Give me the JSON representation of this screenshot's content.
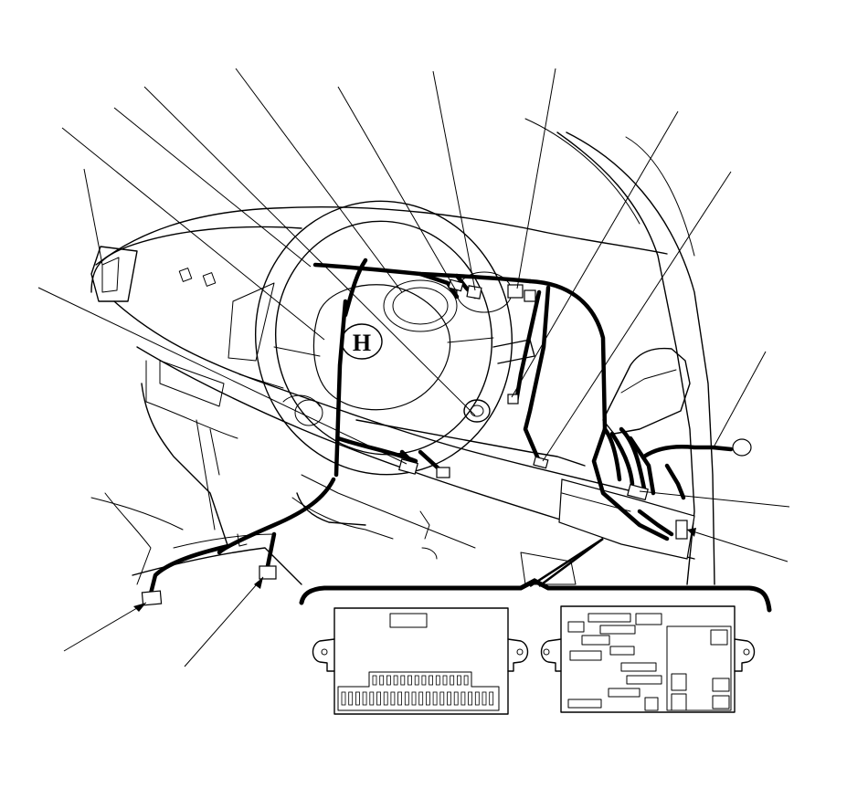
{
  "figure": {
    "emblem_text": "H"
  },
  "callouts": [
    {
      "id": "callout-1"
    },
    {
      "id": "callout-2"
    },
    {
      "id": "callout-3"
    },
    {
      "id": "callout-4"
    },
    {
      "id": "callout-5"
    },
    {
      "id": "callout-6"
    },
    {
      "id": "callout-7"
    },
    {
      "id": "callout-8"
    },
    {
      "id": "callout-9"
    },
    {
      "id": "callout-10"
    },
    {
      "id": "callout-11"
    },
    {
      "id": "callout-12"
    },
    {
      "id": "callout-13"
    },
    {
      "id": "callout-14"
    },
    {
      "id": "callout-15"
    },
    {
      "id": "callout-16"
    }
  ],
  "detail_views": [
    {
      "id": "fuse-box-connector-side"
    },
    {
      "id": "fuse-box-fuse-side"
    }
  ],
  "colors": {
    "line": "#000000",
    "background": "#ffffff"
  }
}
